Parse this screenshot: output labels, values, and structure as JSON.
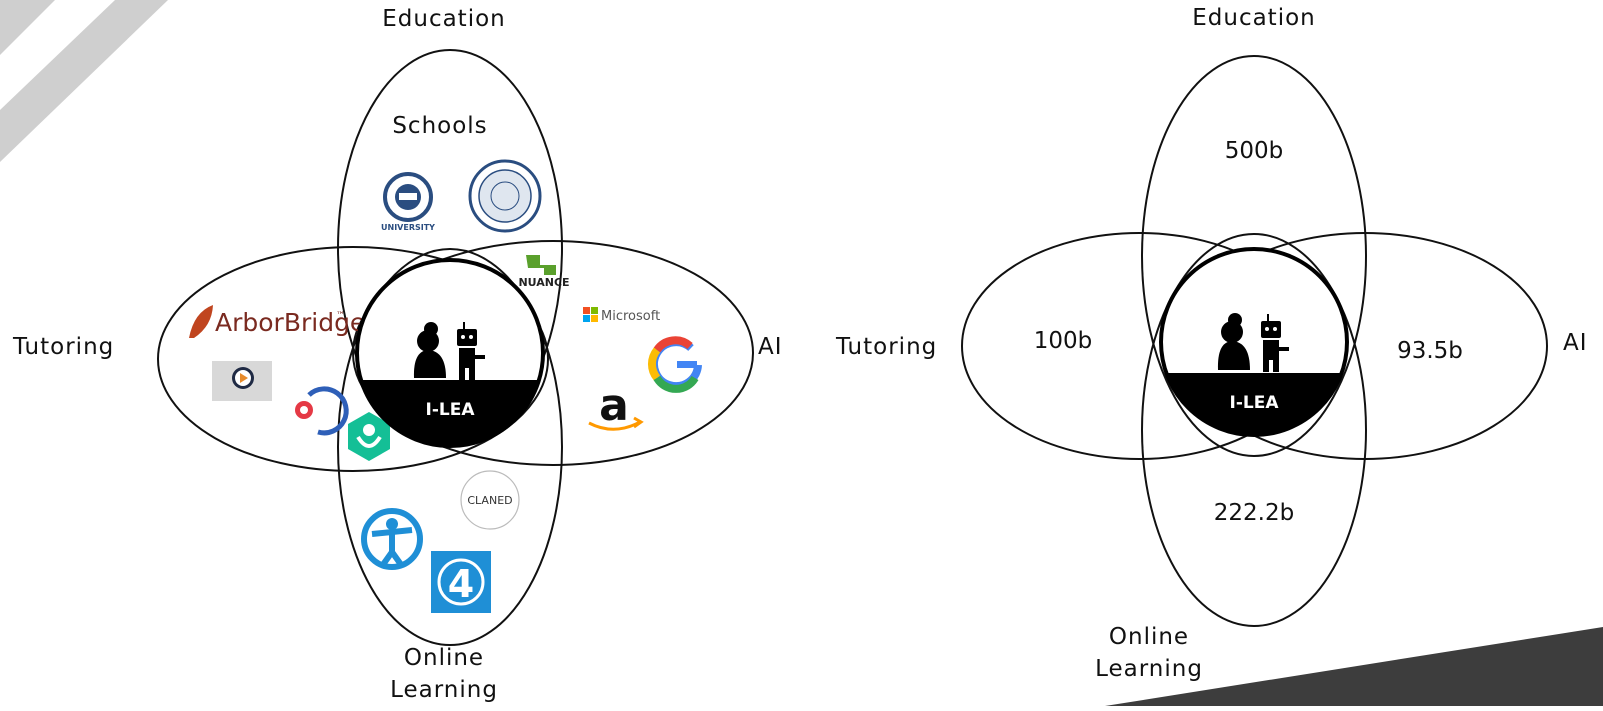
{
  "left_diagram": {
    "axes": {
      "top": "Education",
      "left": "Tutoring",
      "right": "AI",
      "bottom_line1": "Online",
      "bottom_line2": "Learning"
    },
    "schools_label": "Schools",
    "center_label": "I-LEA",
    "logos": {
      "arborbridge": "ArborBridge",
      "arborbridge_tm": "™",
      "microsoft": "Microsoft",
      "nuance": "NUANCE",
      "university": "UNIVERSITY",
      "claned": "CLANED",
      "fourth": "4",
      "amazon": "a",
      "google": "G"
    }
  },
  "right_diagram": {
    "axes": {
      "top": "Education",
      "left": "Tutoring",
      "right": "AI",
      "bottom_line1": "Online",
      "bottom_line2": "Learning"
    },
    "values": {
      "education": "500b",
      "tutoring": "100b",
      "ai": "93.5b",
      "online": "222.2b"
    },
    "center_label": "I-LEA"
  },
  "colors": {
    "stripe": "#cfcfcf",
    "corner": "#3d3d3d",
    "arborbridge": "#c0451f",
    "khan": "#14bf96",
    "google_blue": "#4285f4",
    "google_red": "#ea4335",
    "google_yellow": "#fbbc05",
    "google_green": "#34a853",
    "amazon_orange": "#ff9900",
    "nuance_green": "#5aa02c",
    "school_blue": "#2a4d80",
    "blue_logo": "#1f8fd6"
  }
}
